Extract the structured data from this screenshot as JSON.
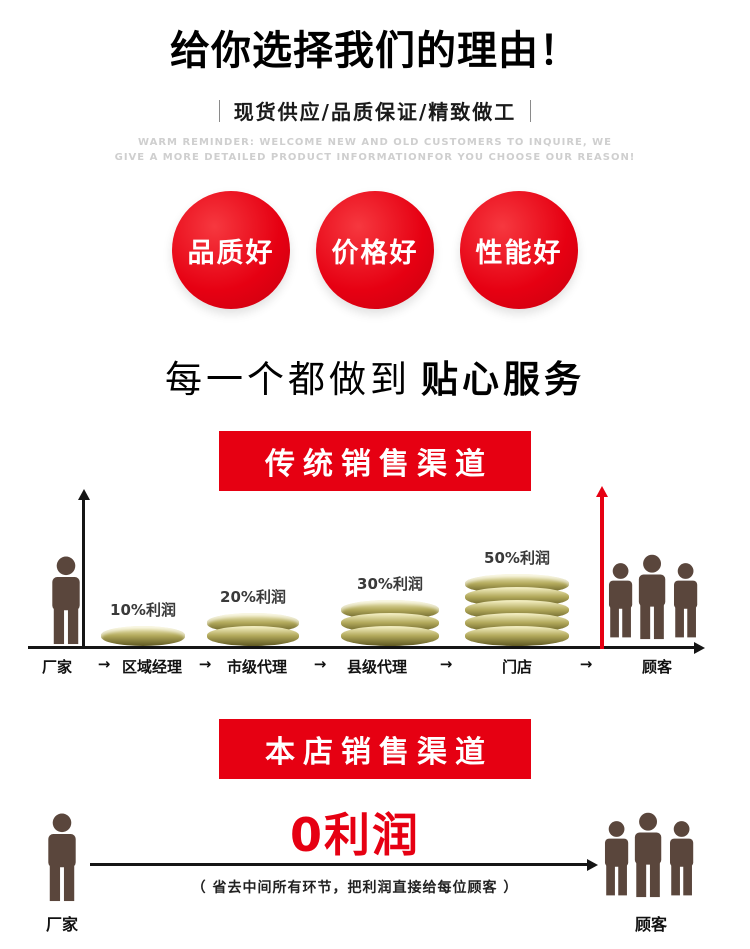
{
  "header": {
    "title": "给你选择我们的理由！",
    "subtitle": "现货供应/品质保证/精致做工",
    "reminder_line1": "WARM REMINDER: WELCOME NEW AND OLD CUSTOMERS TO INQUIRE, WE",
    "reminder_line2": "GIVE A MORE DETAILED PRODUCT INFORMATIONFOR YOU CHOOSE OUR REASON!"
  },
  "badges": [
    {
      "label": "品质好"
    },
    {
      "label": "价格好"
    },
    {
      "label": "性能好"
    }
  ],
  "tagline": {
    "prefix": "每一个都做到",
    "emphasis": "贴心服务"
  },
  "icons": {
    "step_arrow": "→"
  },
  "traditional_channel": {
    "banner": "传统销售渠道",
    "start_label": "厂家",
    "end_label": "顾客",
    "steps": [
      {
        "label": "区域经理",
        "profit": "10%利润",
        "layers": 1
      },
      {
        "label": "市级代理",
        "profit": "20%利润",
        "layers": 2
      },
      {
        "label": "县级代理",
        "profit": "30%利润",
        "layers": 3
      },
      {
        "label": "门店",
        "profit": "50%利润",
        "layers": 5
      }
    ]
  },
  "store_channel": {
    "banner": "本店销售渠道",
    "start_label": "厂家",
    "end_label": "顾客",
    "profit": "0利润",
    "note": "（ 省去中间所有环节，把利润直接给每位顾客 ）"
  },
  "chart_data": {
    "type": "bar",
    "title": "传统销售渠道",
    "categories": [
      "区域经理",
      "市级代理",
      "县级代理",
      "门店"
    ],
    "values": [
      10,
      20,
      30,
      50
    ],
    "unit": "%利润",
    "ylim": [
      0,
      50
    ]
  },
  "colors": {
    "accent_red": "#e60012",
    "person_silhouette": "#5a463c",
    "coin_light": "#f0ebbd",
    "coin_dark": "#655e26"
  }
}
